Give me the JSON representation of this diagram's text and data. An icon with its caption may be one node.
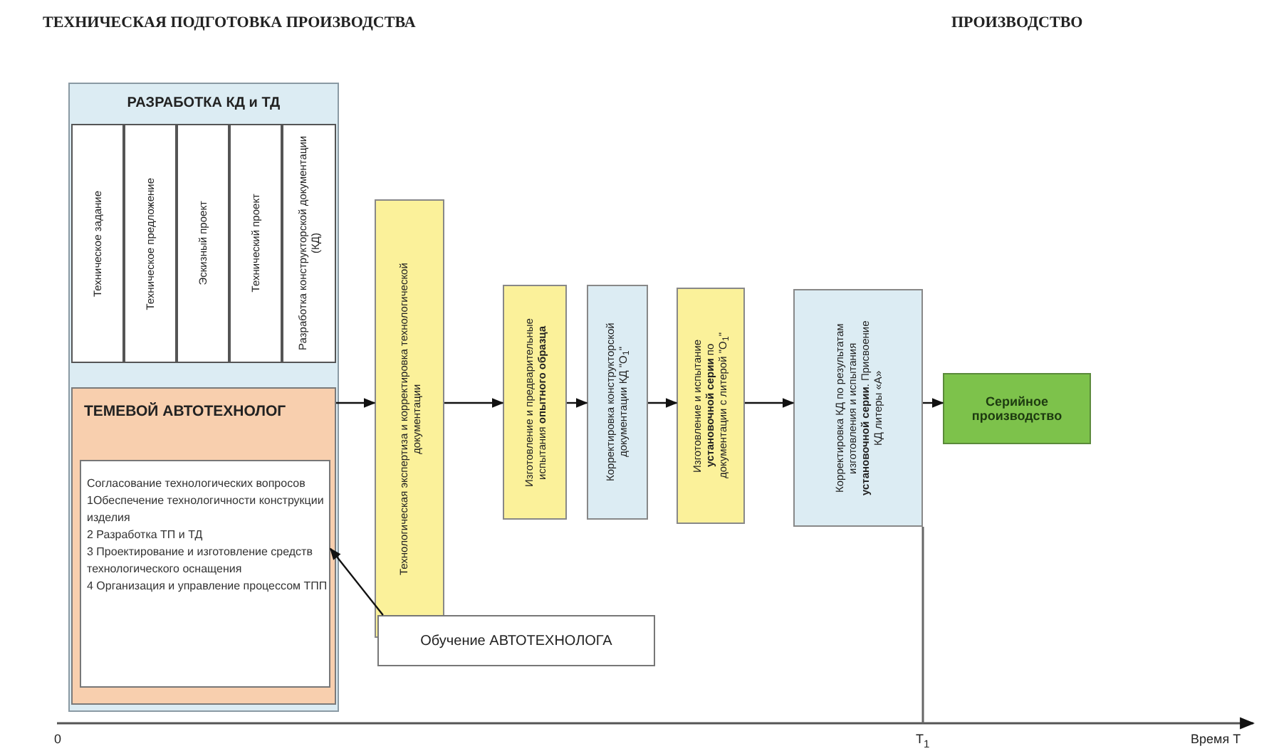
{
  "diagram": {
    "title": "ТЕХНИЧЕСКАЯ ПОДГОТОВКА ПРОИЗВОДСТВА",
    "nodes": [
      {
        "text": [
          "РАЗРАБОТКА КД и ТД"
        ]
      },
      {
        "text": [
          "Техническое задание"
        ],
        "in": 0
      },
      {
        "text": [
          "Техническое предложение"
        ],
        "in": 0
      },
      {
        "text": [
          "Эскизный проект"
        ],
        "in": 0
      },
      {
        "text": [
          "Технический проект"
        ],
        "in": 0
      },
      {
        "text": [
          "Разработка конструкторской документации (КД)"
        ],
        "in": 0
      },
      {
        "text": [
          "ТЕМЕВОЙ АВТОТЕХНОЛОГ"
        ],
        "in": 0
      },
      {
        "text": [
          "Согласование технологических вопросов",
          "1Обеспечение технологичности конструкции изделия",
          "2 Разработка ТП и ТД",
          "3 Проектирование и изготовление средств технологического оснащения",
          "4 Организация и управление процессом ТПП"
        ],
        "in": 6
      },
      {
        "text": [
          "Технологическая экспертиза и корректировка технологической документации"
        ]
      },
      {
        "text": [
          "Изготовление и предварительные испытания **опытного образца**"
        ]
      },
      {
        "text": [
          "Корректировка конструкторской документации КД \"О$_{1}$\""
        ]
      },
      {
        "text": [
          "Изготовление и испытание **установочной серии** по документации с литерой \"О$_{1}$\""
        ]
      },
      {
        "text": [
          "Корректировка КД по результатам изготовления и испытания **установочной серии**. Присвоение КД литеры «А»"
        ]
      },
      {
        "text": [
          "Серийное производство"
        ]
      },
      {
        "text": [
          "Обучение АВТОТЕХНОЛОГА"
        ]
      }
    ],
    "edges": [
      {
        "from": 6,
        "to": 8,
        "arrow": "to"
      },
      {
        "from": 8,
        "to": 9,
        "arrow": "to"
      },
      {
        "from": 9,
        "to": 10,
        "arrow": "to"
      },
      {
        "from": 10,
        "to": 11,
        "arrow": "to"
      },
      {
        "from": 11,
        "to": 12,
        "arrow": "to"
      },
      {
        "from": 12,
        "to": 13,
        "arrow": "to"
      },
      {
        "from": 14,
        "to": 7,
        "arrow": "to"
      }
    ],
    "labels": [
      "ПРОИЗВОДСТВО",
      "0",
      "T$_{1}$",
      "Время T"
    ]
  }
}
